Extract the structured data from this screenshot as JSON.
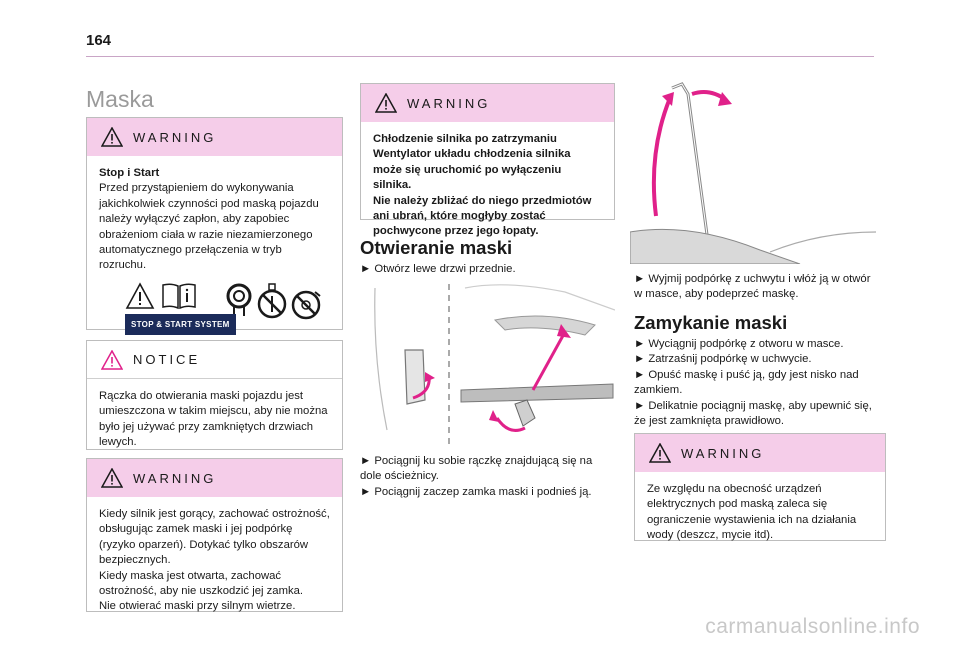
{
  "page_number": "164",
  "section_title": "Maska",
  "warning_label": "WARNING",
  "notice_label": "NOTICE",
  "warning1": {
    "title": "Stop i Start",
    "text": "Przed przystąpieniem do wykonywania jakichkolwiek czynności pod maską pojazdu należy wyłączyć zapłon, aby zapobiec obrażeniom ciała w razie niezamierzonego automatycznego przełączenia w tryb rozruchu.",
    "badge": "STOP & START SYSTEM"
  },
  "notice1": {
    "text": "Rączka do otwierania maski pojazdu jest umieszczona w takim miejscu, aby nie można było jej używać przy zamkniętych drzwiach lewych."
  },
  "warning2": {
    "line1": "Kiedy silnik jest gorący, zachować ostrożność, obsługując zamek maski i jej podpórkę (ryzyko oparzeń). Dotykać tylko obszarów bezpiecznych.",
    "line2": "Kiedy maska jest otwarta, zachować ostrożność, aby nie uszkodzić jej zamka.",
    "line3": "Nie otwierać maski przy silnym wietrze."
  },
  "warning3": {
    "line1": "Chłodzenie silnika po zatrzymaniu",
    "line2": "Wentylator układu chłodzenia silnika może się uruchomić po wyłączeniu silnika.",
    "line3": "Nie należy zbliżać do niego przedmiotów ani ubrań, które mogłyby zostać pochwycone przez jego łopaty."
  },
  "opening": {
    "heading": "Otwieranie maski",
    "step1": "► Otwórz lewe drzwi przednie.",
    "step2": "► Pociągnij ku sobie rączkę znajdującą się na dole ościeżnicy.",
    "step3": "► Pociągnij zaczep zamka maski i podnieś ją."
  },
  "prop": {
    "step": "► Wyjmij podpórkę z uchwytu i włóż ją w otwór w masce, aby podeprzeć maskę."
  },
  "closing": {
    "heading": "Zamykanie maski",
    "step1": "► Wyciągnij podpórkę z otworu w masce.",
    "step2": "► Zatrzaśnij podpórkę w uchwycie.",
    "step3": "► Opuść maskę i puść ją, gdy jest nisko nad zamkiem.",
    "step4": "► Delikatnie pociągnij maskę, aby upewnić się, że jest zamknięta prawidłowo."
  },
  "warning4": {
    "text": "Ze względu na obecność urządzeń elektrycznych pod maską zaleca się ograniczenie wystawienia ich na działania wody (deszcz, mycie itd)."
  },
  "footer": "carmanualsonline.info",
  "colors": {
    "warning_band": "#f5cde9",
    "accent": "#e0218a",
    "rule": "#c9a5c6"
  }
}
